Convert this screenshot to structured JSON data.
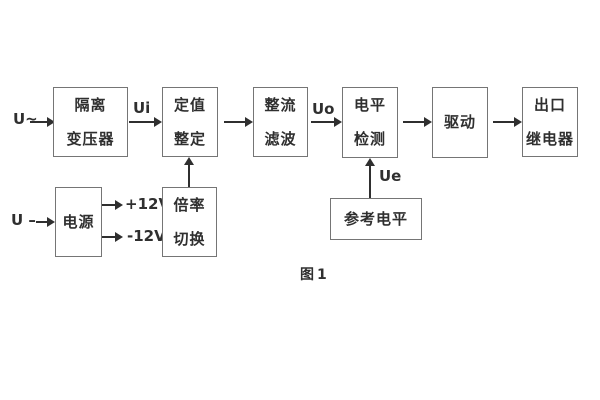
{
  "diagram": {
    "caption": "图1",
    "inputs": {
      "ac": "U~",
      "dc": "U –"
    },
    "signals": {
      "ui": "Ui",
      "uo": "Uo",
      "ue": "Ue"
    },
    "rails": {
      "pos": "+12V",
      "neg": "-12V"
    },
    "blocks": {
      "isolation": {
        "line1": "隔离",
        "line2": "变压器"
      },
      "setting": {
        "line1": "定值",
        "line2": "整定"
      },
      "rectifier": {
        "line1": "整流",
        "line2": "滤波"
      },
      "level": {
        "line1": "电平",
        "line2": "检测"
      },
      "drive": {
        "line1": "驱动"
      },
      "output": {
        "line1": "出口",
        "line2": "继电器"
      },
      "power": {
        "line1": "电源"
      },
      "ratio": {
        "line1": "倍率",
        "line2": "切换"
      },
      "reference": {
        "line1": "参考电平"
      }
    },
    "colors": {
      "background": "#ffffff",
      "box_border": "#757575",
      "ink": "#2f2f2f"
    }
  }
}
